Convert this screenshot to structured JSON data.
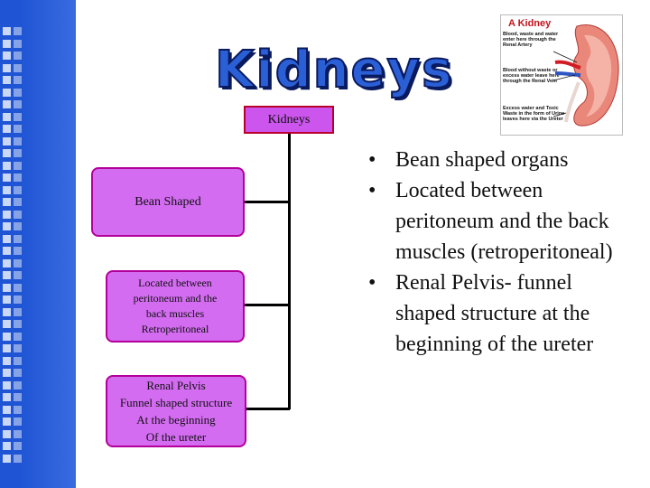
{
  "slide": {
    "title": "Kidneys"
  },
  "diagram": {
    "root": "Kidneys",
    "nodes": [
      {
        "lines": [
          "Bean Shaped"
        ]
      },
      {
        "lines": [
          "Located between",
          "peritoneum and the",
          "back muscles",
          "Retroperitoneal"
        ]
      },
      {
        "lines": [
          "Renal Pelvis",
          "Funnel shaped structure",
          "At the beginning",
          "Of the ureter"
        ]
      }
    ]
  },
  "image": {
    "title": "A Kidney",
    "captions": [
      "Blood, waste and water enter here through the Renal Artery",
      "Blood without waste or excess water leave here through the Renal Vein",
      "Excess water and Toxic Waste in the form of Urine leaves here via the Ureter"
    ]
  },
  "bullets": [
    "Bean shaped organs",
    "Located between peritoneum and the back muscles (retroperitoneal)",
    "Renal Pelvis- funnel shaped structure at the beginning of the ureter"
  ],
  "colors": {
    "strip": "#1f54d4",
    "node_fill": "#d46cf2",
    "node_border": "#b4009a",
    "root_border": "#b8002a",
    "title_fill": "#2b5fd6"
  }
}
